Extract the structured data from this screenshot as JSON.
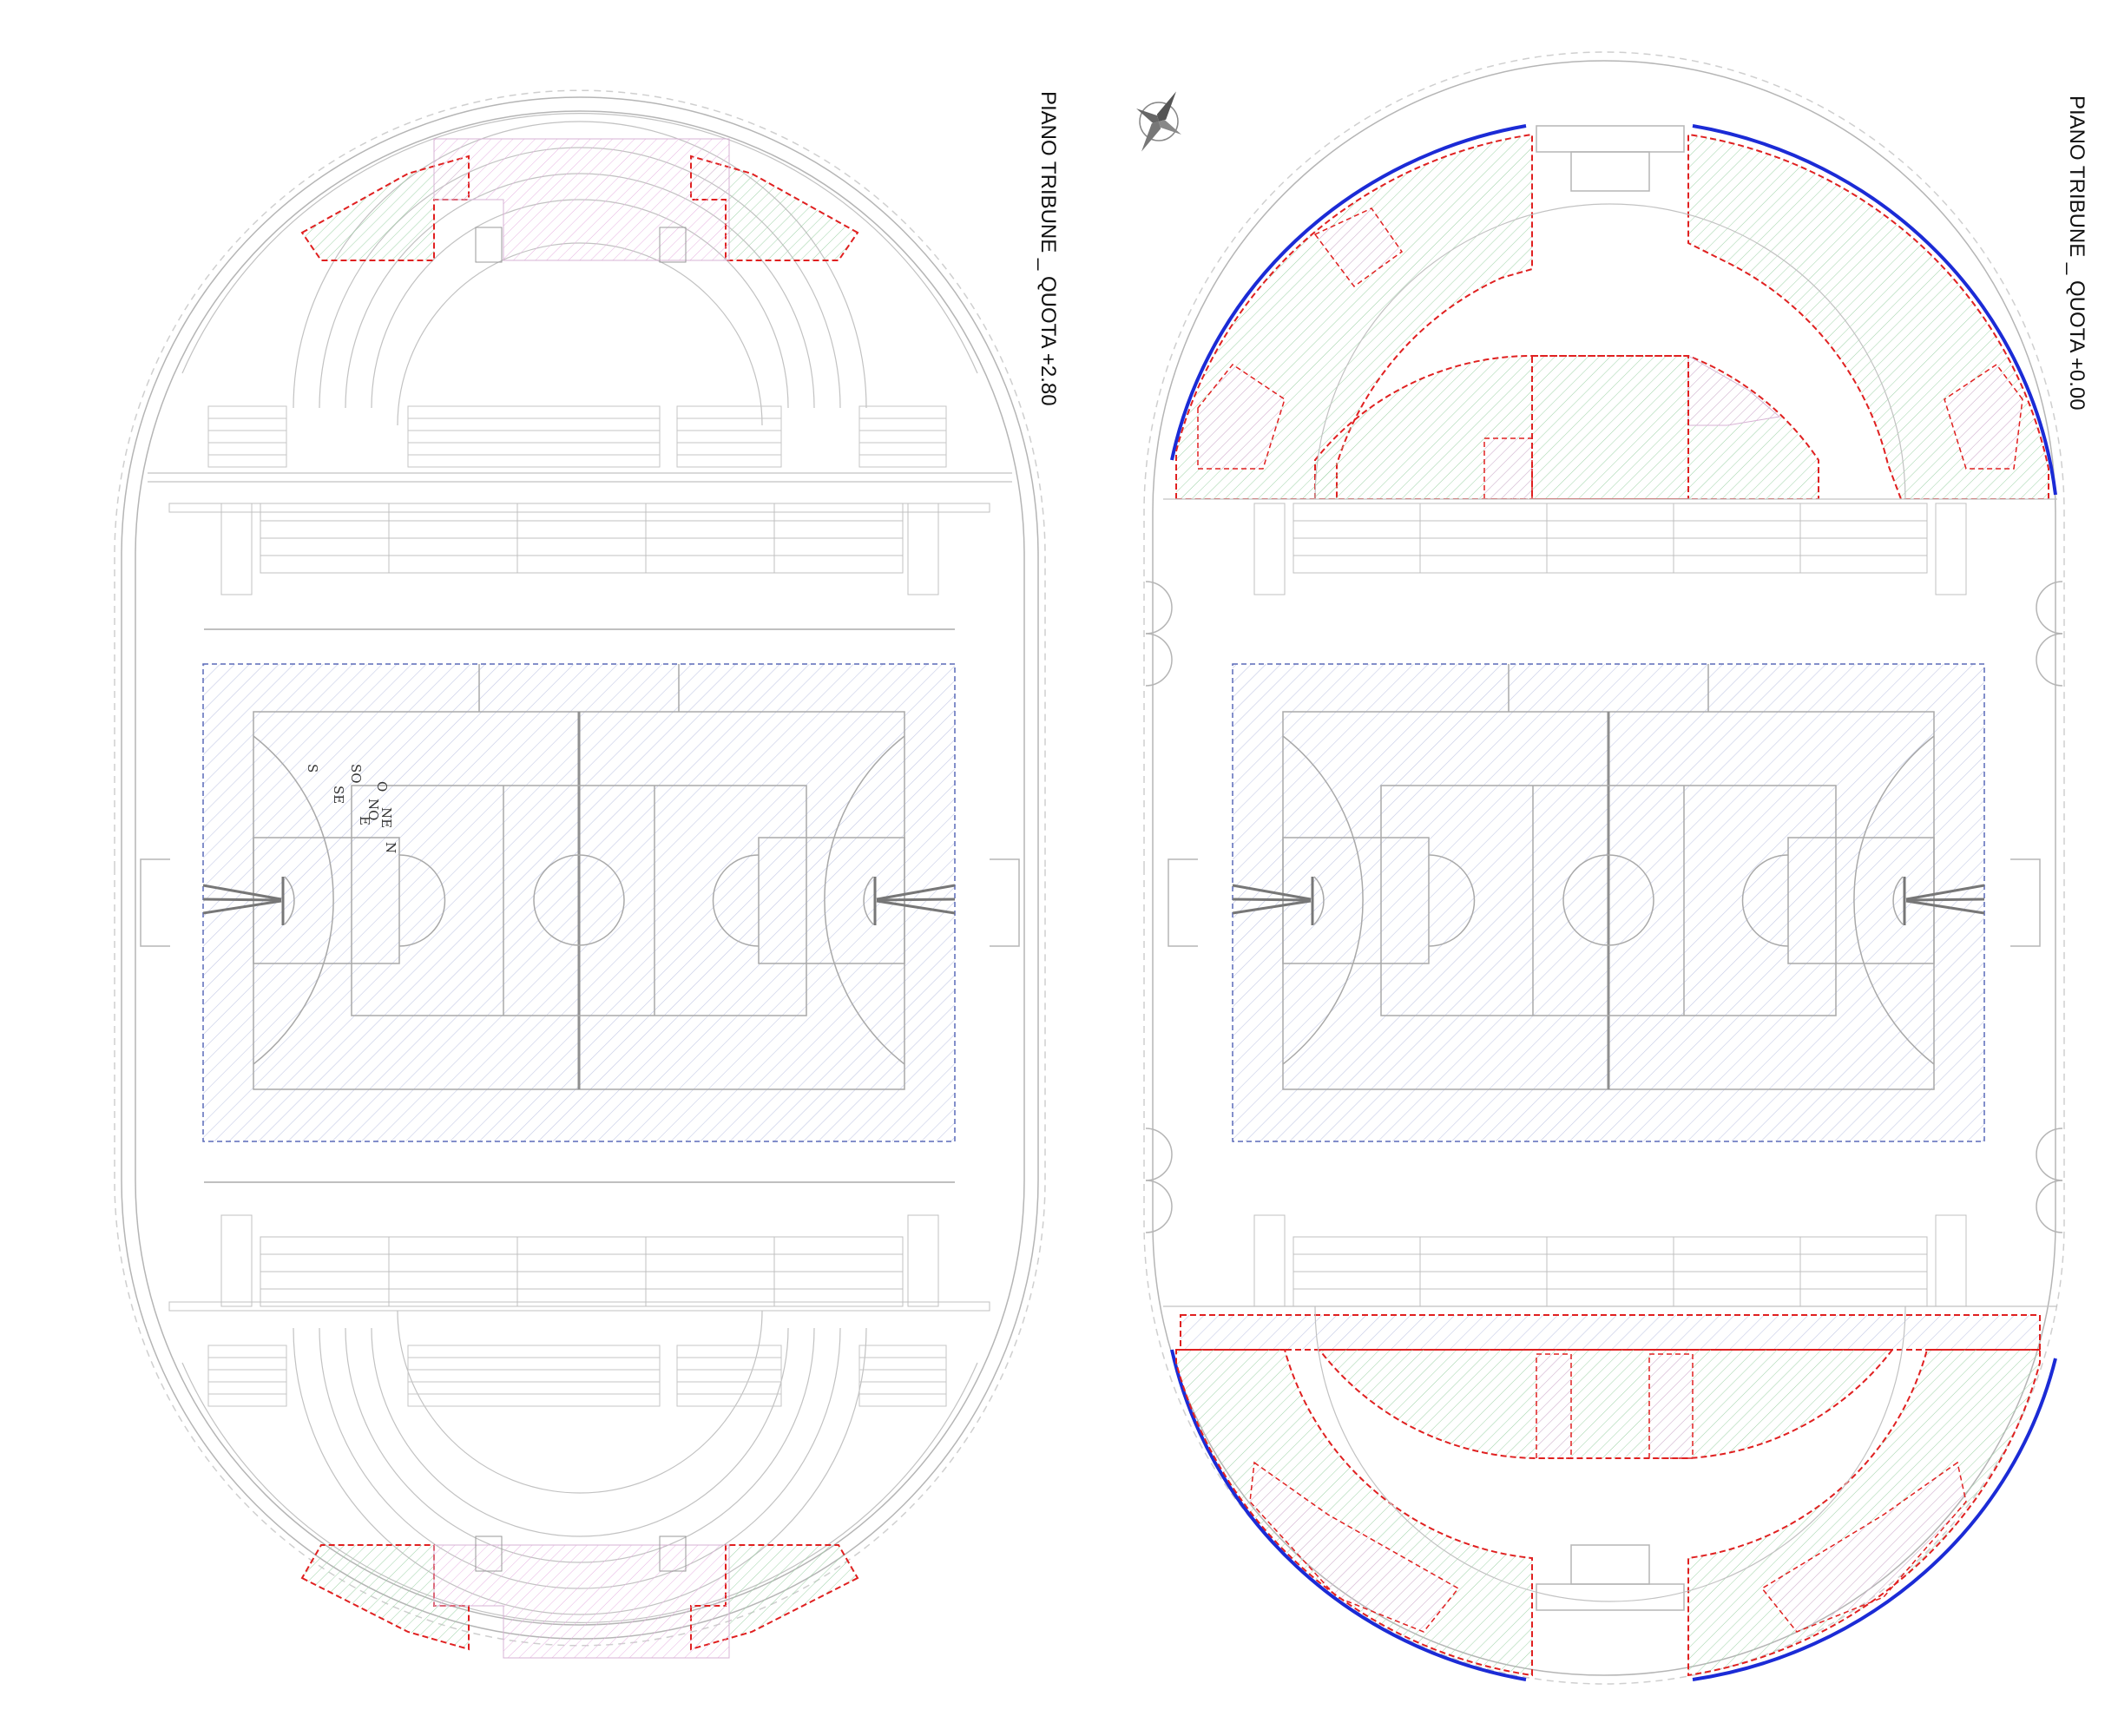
{
  "drawing": {
    "plans": [
      {
        "id": "upper",
        "title": "PIANO TRIBUNE _ QUOTA +2.80"
      },
      {
        "id": "ground",
        "title": "PIANO TRIBUNE _ QUOTA +0.00"
      }
    ],
    "compass_letters": [
      "N",
      "S",
      "E",
      "O",
      "NE",
      "SE",
      "SO",
      "NO"
    ],
    "colors": {
      "line": "#b5b5b5",
      "court_hatch": "#c4cae6",
      "court_border": "#5a6ab8",
      "room_outline": "#e02020",
      "green_hatch": "#9fd3a8",
      "pink_hatch": "#e7b3e2",
      "facade": "#1b2bd6"
    }
  }
}
